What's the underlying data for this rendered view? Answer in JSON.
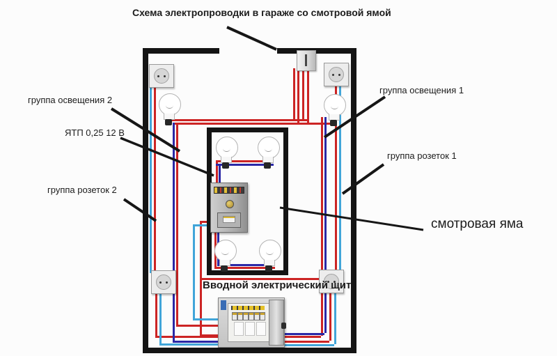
{
  "title": "Схема электропроводки в гараже со смотровой ямой",
  "labels": {
    "lighting_group_2": "группа освещения 2",
    "transformer": "ЯТП 0,25 12 В",
    "socket_group_2": "группа розеток 2",
    "lighting_group_1": "группа освещения 1",
    "socket_group_1": "группа розеток 1",
    "inspection_pit": "смотровая яма",
    "main_panel": "Вводной электрический щит"
  },
  "colors": {
    "wire_red": "#cc2424",
    "wire_dark_blue": "#2a28a6",
    "wire_light_blue": "#41a5d9",
    "wall": "#141414",
    "background": "#fcfcfc"
  }
}
